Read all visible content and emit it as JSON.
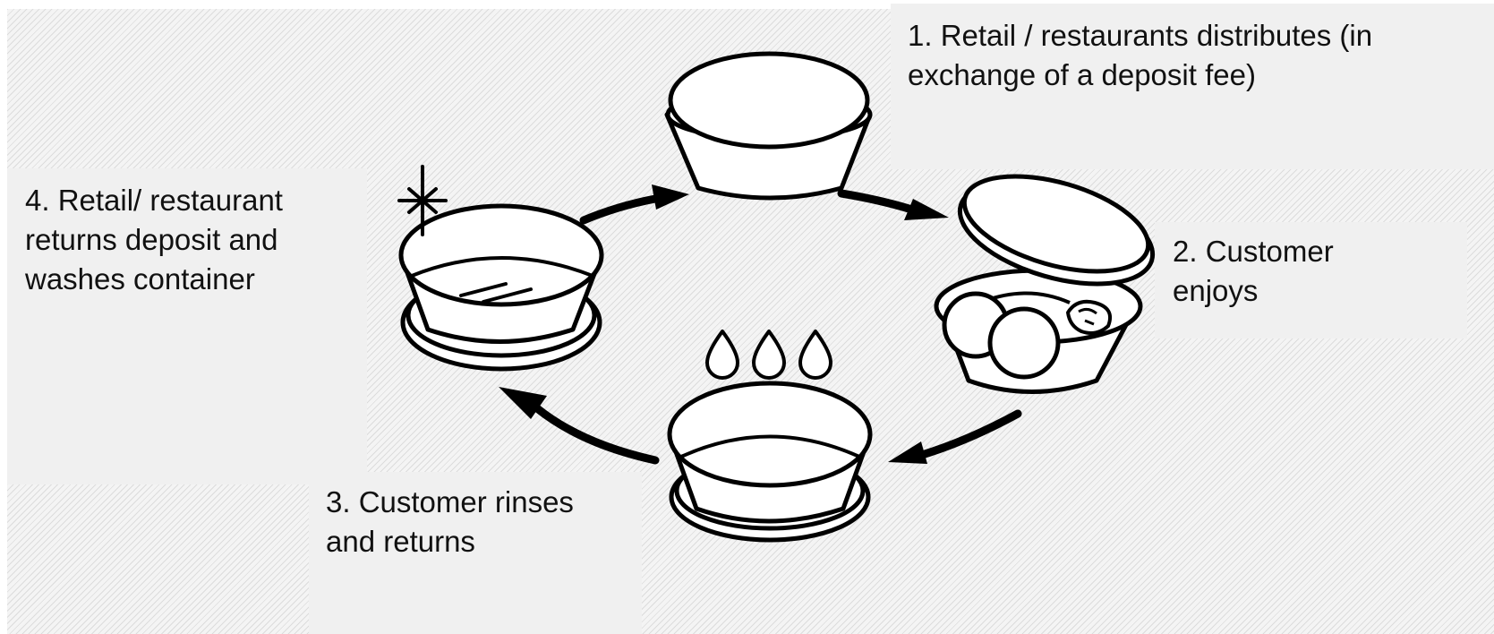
{
  "steps": [
    {
      "lines": [
        "1. Retail / restaurants distributes (in",
        "exchange of a deposit fee)"
      ]
    },
    {
      "lines": [
        "2. Customer",
        "enjoys"
      ]
    },
    {
      "lines": [
        "3. Customer rinses",
        "and returns"
      ]
    },
    {
      "lines": [
        "4. Retail/ restaurant",
        "returns deposit and",
        "washes container"
      ]
    }
  ],
  "icons": {
    "step1": "closed-container-icon",
    "step2": "food-container-icon",
    "step3": "rinse-container-icon",
    "step4": "clean-container-icon"
  },
  "colors": {
    "ink": "#000000",
    "label_background": "#f0f0f0",
    "hatch_background": "#f4f4f4",
    "hatch_lines": "#dcdcdc"
  }
}
